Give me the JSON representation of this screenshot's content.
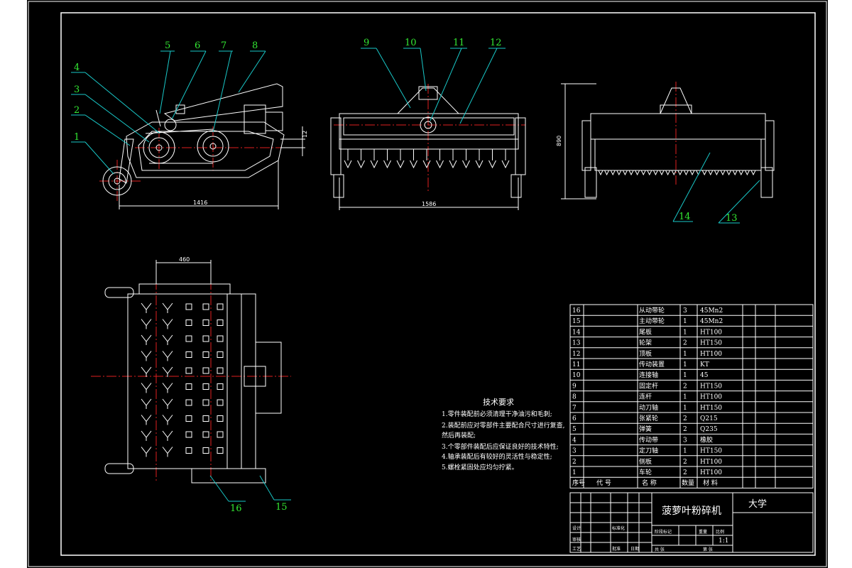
{
  "drawing": {
    "callouts": [
      "1",
      "2",
      "3",
      "4",
      "5",
      "6",
      "7",
      "8",
      "9",
      "10",
      "11",
      "12",
      "13",
      "14",
      "15",
      "16"
    ],
    "dimensions": {
      "side_length": "1416",
      "side_offset": "12",
      "front_width": "1586",
      "end_height": "890",
      "top_spacing": "460"
    }
  },
  "tech_notes": {
    "title": "技术要求",
    "items": [
      "1.零件装配前必须清理干净油污和毛刺;",
      "2.装配前应对零部件主要配合尺寸进行复查,",
      "  然后再装配;",
      "3.个零部件装配后应保证良好的技术特性;",
      "4.轴承装配后有较好的灵活性与稳定性;",
      "5.螺栓紧固处应均匀拧紧。"
    ]
  },
  "parts": {
    "rows": [
      {
        "no": "16",
        "name": "从动带轮",
        "qty": "3",
        "mat": "45Mn2"
      },
      {
        "no": "15",
        "name": "主动带轮",
        "qty": "1",
        "mat": "45Mn2"
      },
      {
        "no": "14",
        "name": "尾板",
        "qty": "1",
        "mat": "HT100"
      },
      {
        "no": "13",
        "name": "轮架",
        "qty": "2",
        "mat": "HT150"
      },
      {
        "no": "12",
        "name": "顶板",
        "qty": "1",
        "mat": "HT100"
      },
      {
        "no": "11",
        "name": "传动装置",
        "qty": "1",
        "mat": "KT"
      },
      {
        "no": "10",
        "name": "连接轴",
        "qty": "1",
        "mat": "45"
      },
      {
        "no": "9",
        "name": "固定杆",
        "qty": "2",
        "mat": "HT150"
      },
      {
        "no": "8",
        "name": "连杆",
        "qty": "1",
        "mat": "HT100"
      },
      {
        "no": "7",
        "name": "动刀轴",
        "qty": "1",
        "mat": "HT150"
      },
      {
        "no": "6",
        "name": "张紧轮",
        "qty": "2",
        "mat": "Q215"
      },
      {
        "no": "5",
        "name": "弹簧",
        "qty": "2",
        "mat": "Q235"
      },
      {
        "no": "4",
        "name": "传动带",
        "qty": "3",
        "mat": "橡胶"
      },
      {
        "no": "3",
        "name": "定刀轴",
        "qty": "1",
        "mat": "HT150"
      },
      {
        "no": "2",
        "name": "侧板",
        "qty": "2",
        "mat": "HT100"
      },
      {
        "no": "1",
        "name": "车轮",
        "qty": "2",
        "mat": "HT100"
      }
    ],
    "header": {
      "no": "序号",
      "code": "代  号",
      "name": "名    称",
      "qty": "数量",
      "mat": "材    料"
    }
  },
  "title_block": {
    "product": "菠萝叶粉碎机",
    "school": "大学",
    "scale": "1:1",
    "small_labels": {
      "design": "设计",
      "check": "审核",
      "process": "工艺",
      "standard": "标准化",
      "approve": "批准",
      "date": "日期",
      "stage": "阶段标记",
      "weight": "重量",
      "ratio": "比例",
      "sheet": "共   张",
      "page": "第   张"
    }
  },
  "colors": {
    "background": "#000000",
    "outline": "#ffffff",
    "leader": "#19c8c8",
    "center": "#e02020",
    "callout": "#33e833"
  }
}
